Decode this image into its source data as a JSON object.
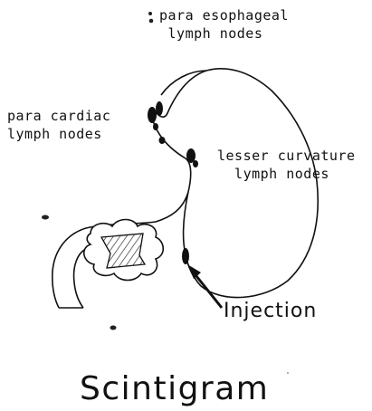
{
  "labels": {
    "para_esophageal": "para esophageal\n lymph nodes",
    "para_cardiac": "para cardiac\nlymph nodes",
    "lesser_curvature": "lesser curvature\n  lymph nodes",
    "injection": "Injection"
  },
  "title": "Scintigram",
  "colors": {
    "ink": "#111111",
    "hatch": "#222222"
  }
}
